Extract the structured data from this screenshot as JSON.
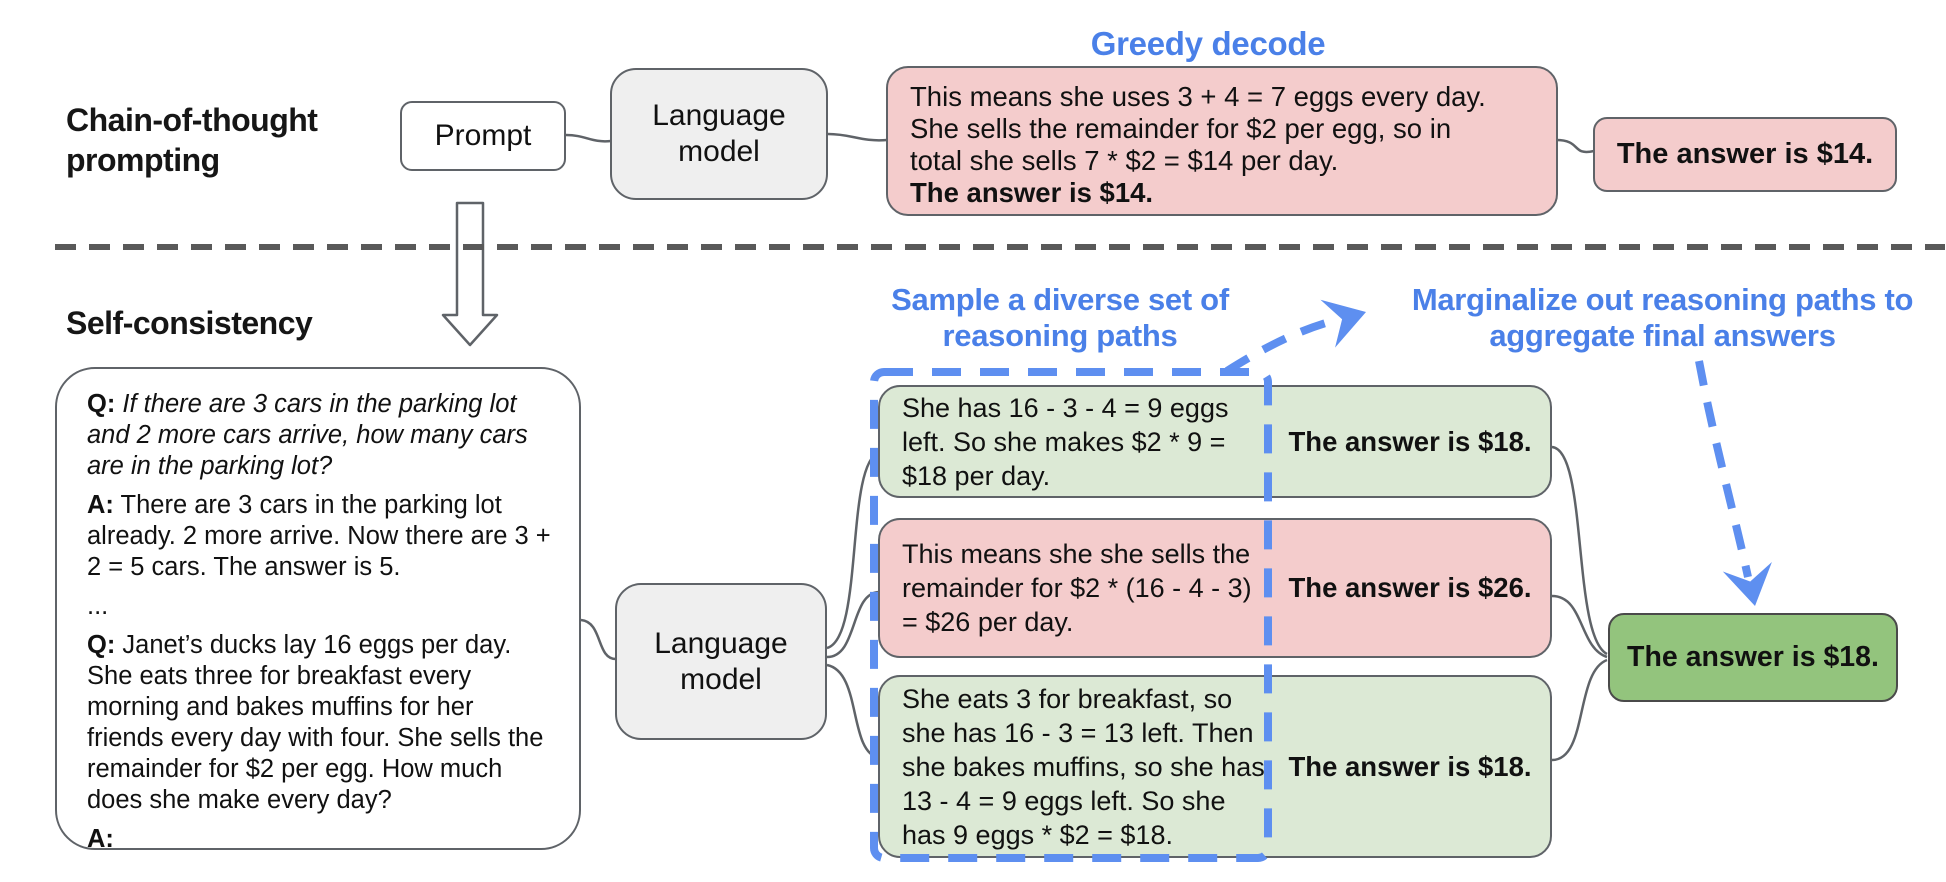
{
  "colors": {
    "pink": "#f4cccc",
    "light_green": "#dce9d5",
    "dark_green": "#93c47d",
    "gray_fill": "#efefef",
    "border": "#5f6368",
    "divider": "#595959",
    "blue_text": "#4a80e8",
    "blue_dash": "#5e8ff0",
    "ink": "#111111",
    "bg": "#ffffff"
  },
  "top": {
    "section_label": "Chain-of-thought prompting",
    "prompt_label": "Prompt",
    "lm_label": "Language model",
    "greedy_label": "Greedy decode",
    "cot_output_body": "This means she uses 3 + 4 = 7 eggs every day. She sells the remainder for $2 per egg, so in total she sells 7 * $2 = $14 per day.",
    "cot_output_answer": "The answer is $14.",
    "cot_answer_chip": "The answer is $14."
  },
  "bottom": {
    "section_label": "Self-consistency",
    "lm_label": "Language model",
    "sample_label": "Sample a diverse set of reasoning paths",
    "marginalize_label": "Marginalize out reasoning paths to aggregate final answers",
    "prompt": {
      "q1_label": "Q:",
      "q1_text": "If there are 3 cars in the parking lot and 2 more cars arrive, how many cars are in the parking lot?",
      "a1_label": "A:",
      "a1_text": "There are 3 cars in the parking lot already. 2 more arrive. Now there are 3 + 2 = 5 cars. The answer is 5.",
      "ellipsis": "...",
      "q2_label": "Q:",
      "q2_text": "Janet’s ducks lay 16 eggs per day. She eats three for breakfast every morning and bakes muffins for her friends every day with four. She sells the remainder for $2 per egg. How much does she make every day?",
      "a2_label": "A:"
    },
    "paths": [
      {
        "tone": "green",
        "reasoning": "She has 16 - 3 - 4 = 9 eggs left. So she makes $2 * 9 = $18 per day.",
        "answer": "The answer is $18."
      },
      {
        "tone": "pink",
        "reasoning": "This means she she sells the remainder for $2 * (16 - 4 - 3) = $26 per day.",
        "answer": "The answer is $26."
      },
      {
        "tone": "green",
        "reasoning": "She eats 3 for breakfast, so she has 16 - 3 = 13 left. Then she bakes muffins, so she has 13 - 4 = 9 eggs left. So she has 9 eggs * $2 = $18.",
        "answer": "The answer is $18."
      }
    ],
    "final_answer": "The answer is $18."
  }
}
